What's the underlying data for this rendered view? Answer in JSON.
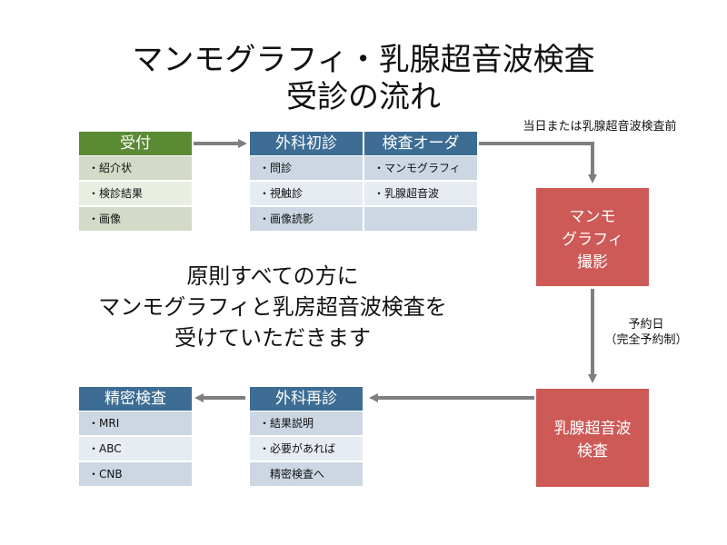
{
  "title": {
    "line1": "マンモグラフィ・乳腺超音波検査",
    "line2": "受診の流れ"
  },
  "uketsuke": {
    "header": "受付",
    "items": [
      "・紹介状",
      "・検診結果",
      "・画像"
    ]
  },
  "geka_shoshin": {
    "header": "外科初診",
    "items": [
      "・問診",
      "・視触診",
      "・画像読影"
    ]
  },
  "kensa_order": {
    "header": "検査オーダ",
    "items": [
      "・マンモグラフィ",
      "・乳腺超音波",
      ""
    ]
  },
  "note_same_day": "当日または乳腺超音波検査前",
  "mammo_box": {
    "line1": "マンモ",
    "line2": "グラフィ",
    "line3": "撮影"
  },
  "note_appointment": {
    "line1": "予約日",
    "line2": "（完全予約制）"
  },
  "us_box": {
    "line1": "乳腺超音波",
    "line2": "検査"
  },
  "geka_saishin": {
    "header": "外科再診",
    "items": [
      "・結果説明",
      "・必要があれば",
      "　精密検査へ"
    ]
  },
  "seimitsu": {
    "header": "精密検査",
    "items": [
      "・MRI",
      "・ABC",
      "・CNB"
    ]
  },
  "message": {
    "line1": "原則すべての方に",
    "line2": "マンモグラフィと乳房超音波検査を",
    "line3": "受けていただきます"
  },
  "colors": {
    "green_header": "#5b8a35",
    "green_row_dark": "#d3dbc8",
    "green_row_light": "#e9eee3",
    "blue_header": "#3d6d94",
    "blue_row_dark": "#ccd7e3",
    "blue_row_light": "#e6ecf2",
    "red_box": "#cd5a57",
    "arrow": "#7f7f7f"
  }
}
